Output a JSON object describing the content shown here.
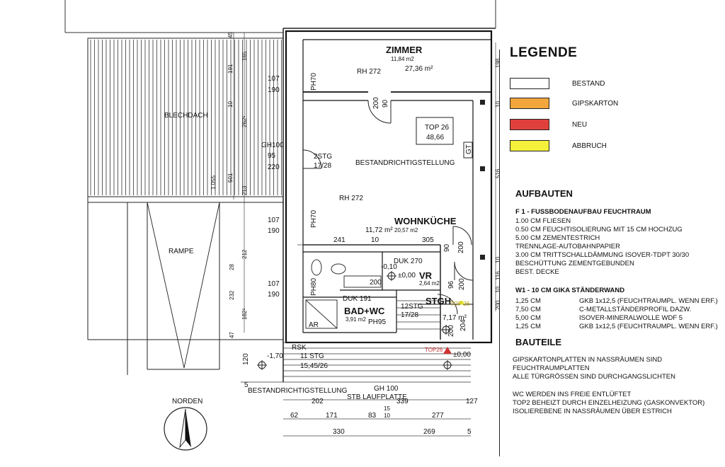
{
  "plan": {
    "area_labels": {
      "blechdach": "BLECHDACH",
      "rampe": "RAMPE",
      "norden": "NORDEN"
    },
    "rooms": {
      "zimmer": {
        "name": "ZIMMER",
        "rh": "RH 272",
        "area": "27,36 m²",
        "small": "11,84 m2"
      },
      "top26": {
        "name": "TOP 26",
        "value": "48,66"
      },
      "wohnkueche": {
        "name": "WOHNKÜCHE",
        "rh": "RH 272",
        "area": "11,72 m²",
        "small": "20,57 m2"
      },
      "vr": {
        "name": "VR",
        "small": "2,64 m2"
      },
      "badwc": {
        "name": "BAD+WC",
        "small": "3,91 m2",
        "ph": "PH95"
      },
      "stgh": {
        "name": "STGH",
        "area": "7,17 m²",
        "top": "TOP 26",
        "top28": "TOP26"
      }
    },
    "notes": {
      "bestand_top": "BESTANDRICHTIGSTELLUNG",
      "bestand_bottom": "BESTANDRICHTIGSTELLUNG",
      "duk270": "DUK 270",
      "duk191": "DUK 191",
      "stb": "STB LAUFPLATTE",
      "gh100b": "GH 100",
      "rsk": "RSK",
      "stg11": "11 STG",
      "stg11v": "15,45/26",
      "stg2": "2STG",
      "stg2v": "17/28",
      "stg12": "12STG",
      "stg12v": "17/28",
      "gh100": "GH100",
      "ar": "AR",
      "gt": "GT",
      "lvl1": "-1,70",
      "lvl2": "±0,00",
      "lvl3": "±0,00",
      "lvl4": "-0,10"
    },
    "wall_labels": {
      "ph70a": "PH70",
      "ph70b": "PH70",
      "ph80": "PH80",
      "ph95": "PH95"
    },
    "dims": {
      "d107a": "107",
      "d190a": "190",
      "d95": "95",
      "d220": "220",
      "d107b": "107",
      "d190b": "190",
      "d107c": "107",
      "d190c": "190",
      "d241": "241",
      "d10": "10",
      "d305": "305",
      "d200a": "200",
      "d90a": "90",
      "d200b": "200",
      "d90b": "90",
      "d200c": "200",
      "d96": "96",
      "d200d": "200",
      "d200e": "200",
      "d204": "204",
      "d202": "202",
      "d339": "339",
      "d127": "127",
      "d62": "62",
      "d171": "171",
      "d83": "83",
      "d15": "15",
      "d10b": "10",
      "d277": "277",
      "d330": "330",
      "d269": "269",
      "d5": "5",
      "d5b": "5",
      "d120": "120",
      "v45": "45",
      "v165": "165",
      "v191": "191",
      "v10": "10",
      "v2625": "262⁵",
      "v1055": "1.055",
      "v501": "501",
      "v213": "213",
      "v28": "28",
      "v212": "212",
      "v232": "232",
      "v1825": "182⁵",
      "v47": "47",
      "r198": "198",
      "r10": "10",
      "r516": "516",
      "r10b": "10",
      "r116": "116",
      "r10c": "10",
      "r200": "200"
    }
  },
  "legend": {
    "title": "LEGENDE",
    "items": [
      {
        "label": "BESTAND",
        "color": "#ffffff"
      },
      {
        "label": "GIPSKARTON",
        "color": "#f2a63c"
      },
      {
        "label": "NEU",
        "color": "#e0403c"
      },
      {
        "label": "ABBRUCH",
        "color": "#f5f03a"
      }
    ]
  },
  "aufbauten": {
    "title": "AUFBAUTEN",
    "f1_title": "F 1 - FUSSBODENAUFBAU FEUCHTRAUM",
    "f1_lines": [
      "1.00 CM FLIESEN",
      "0.50 CM FEUCHTISOLIERUNG MIT 15 CM HOCHZUG",
      "5.00 CM ZEMENTESTRICH",
      "TRENNLAGE-AUTOBAHNPAPIER",
      "3.00 CM TRITTSCHALLDÄMMUNG ISOVER-TDPT 30/30",
      "BESCHÜTTUNG ZEMENTGEBUNDEN",
      "BEST. DECKE"
    ],
    "w1_title": "W1 - 10 CM GIKA STÄNDERWAND",
    "w1_rows": [
      {
        "a": "1,25 CM",
        "b": "GKB 1x12,5 (FEUCHTRAUMPL. WENN ERF.)"
      },
      {
        "a": "7,50 CM",
        "b": "C-METALLSTÄNDERPROFIL DAZW."
      },
      {
        "a": "5,00 CM",
        "b": "ISOVER-MINERALWOLLE WDF 5"
      },
      {
        "a": "1,25 CM",
        "b": "GKB 1x12,5 (FEUCHTRAUMPL. WENN ERF.)"
      }
    ]
  },
  "bauteile": {
    "title": "BAUTEILE",
    "lines": [
      "GIPSKARTONPLATTEN IN NASSRÄUMEN SIND",
      "FEUCHTRAUMPLATTEN",
      "ALLE TÜRGRÖSSEN SIND DURCHGANGSLICHTEN",
      "",
      "WC WERDEN INS FREIE ENTLÜFTET",
      "TOP2 BEHEIZT DURCH EINZELHEIZUNG (GASKONVEKTOR)",
      "ISOLIEREBENE IN NASSRÄUMEN ÜBER ESTRICH"
    ]
  }
}
